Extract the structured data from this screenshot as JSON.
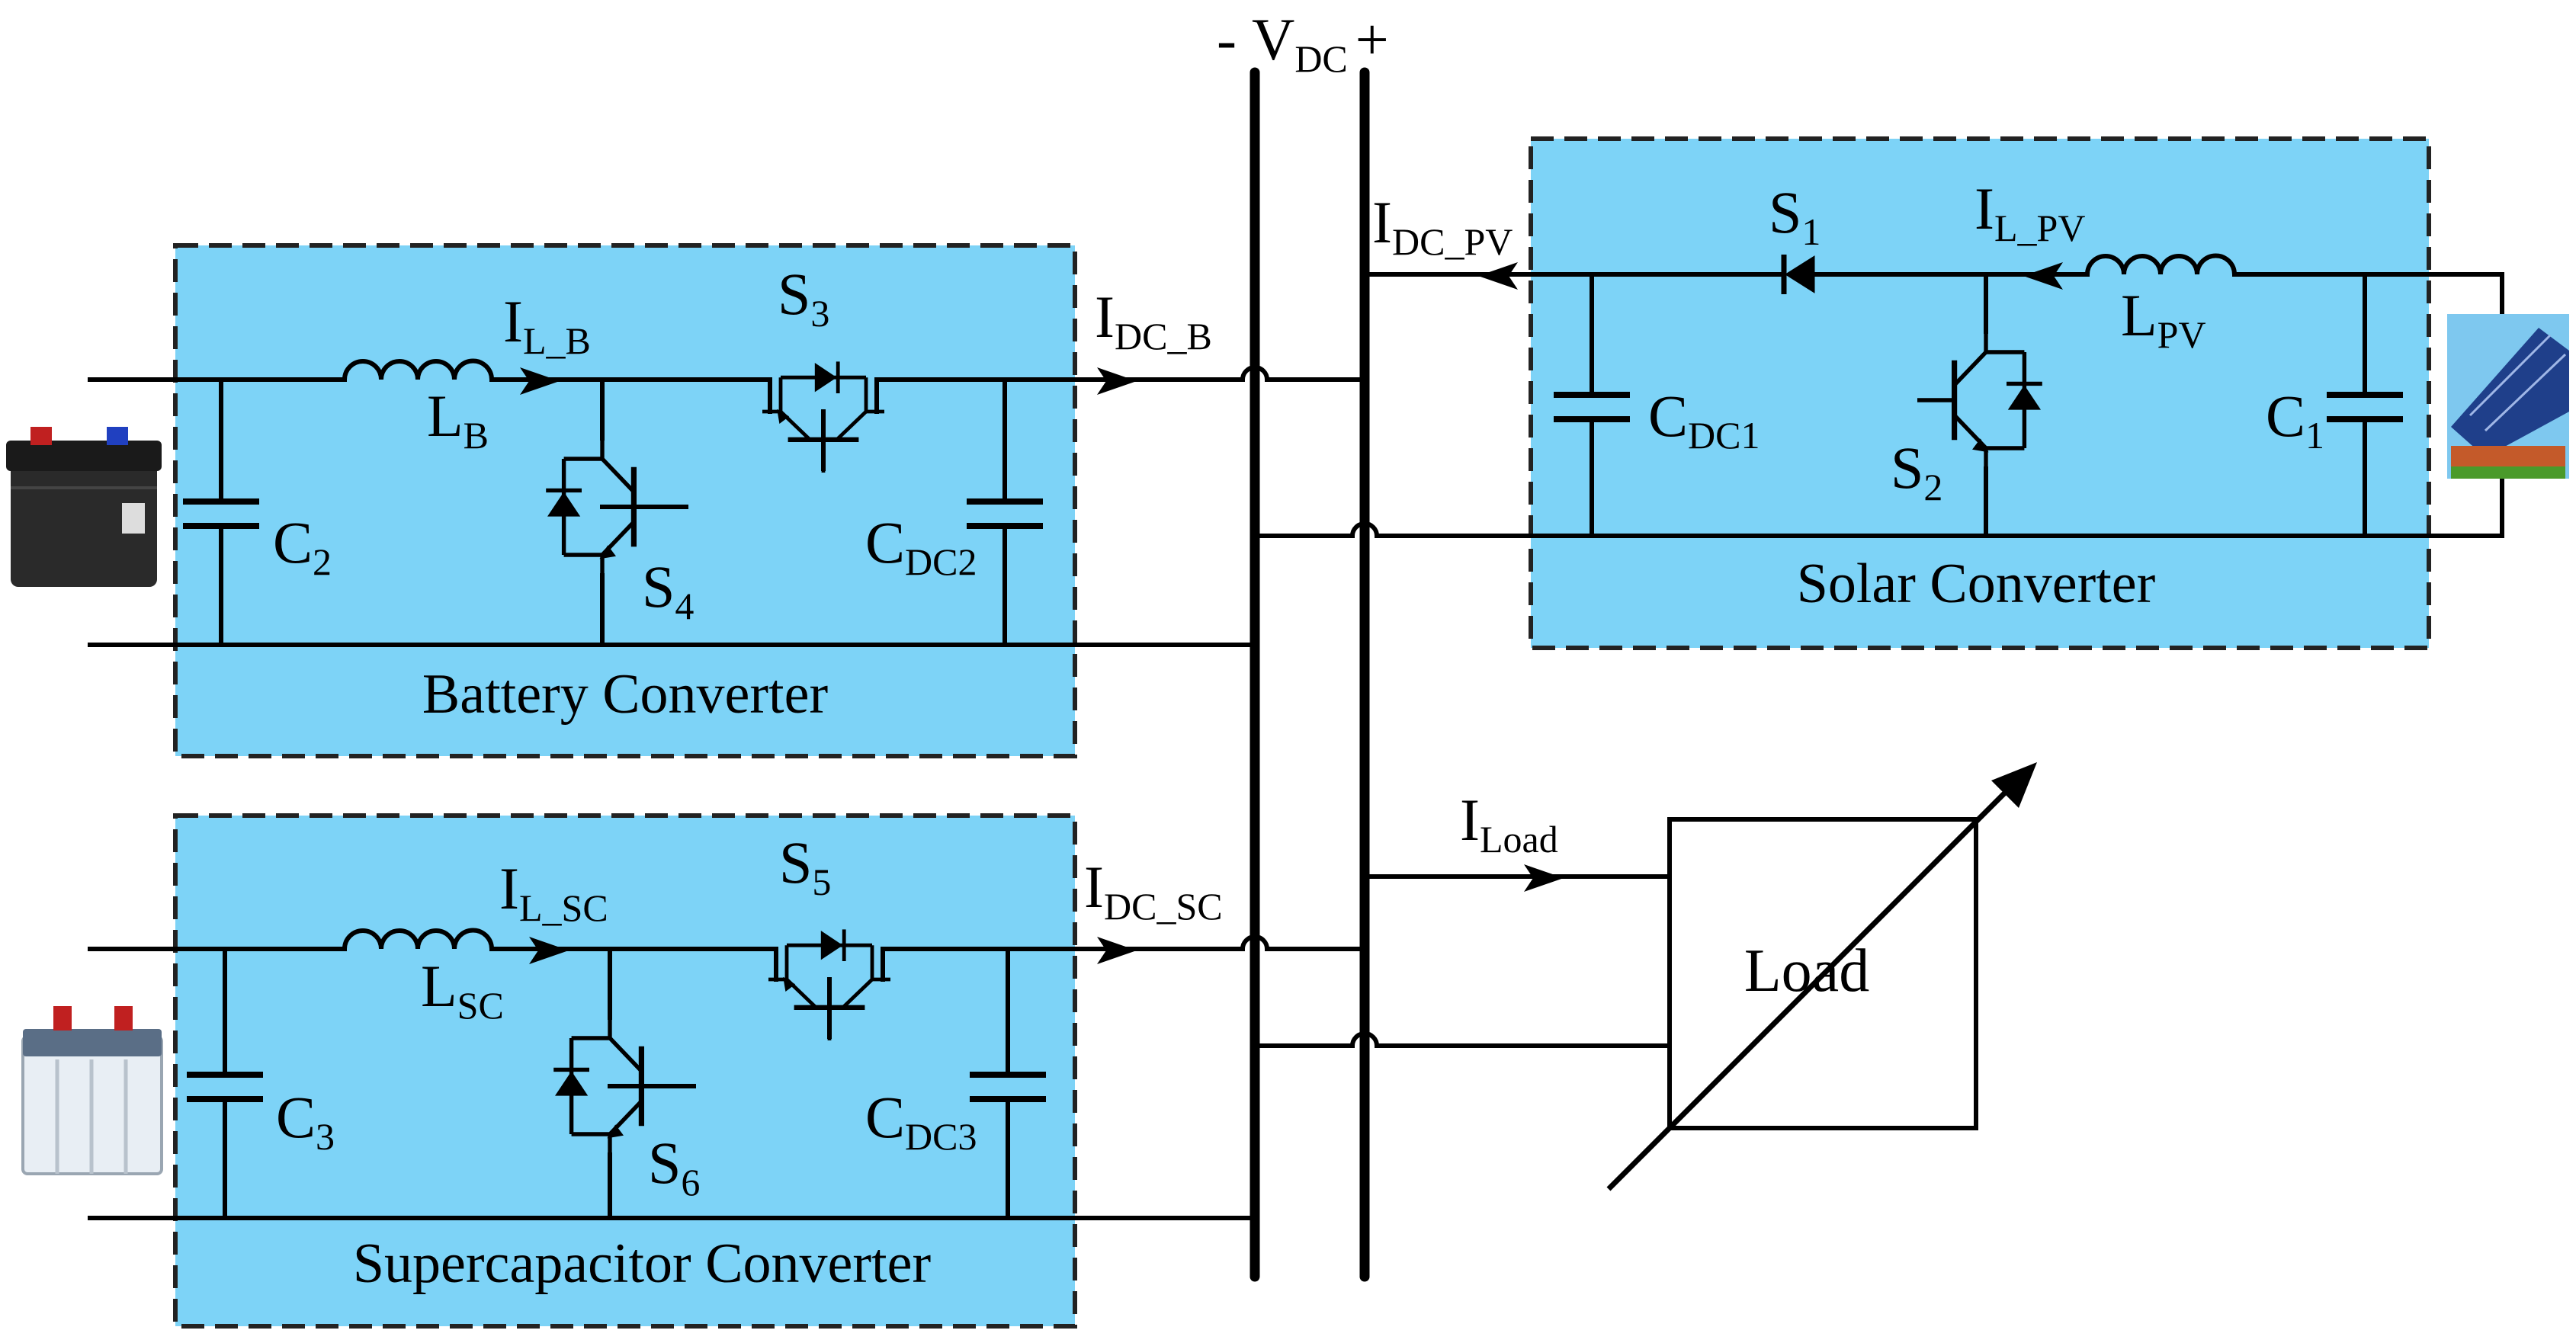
{
  "bus": {
    "minus": "-",
    "label": "V",
    "sub": "DC",
    "plus": "+"
  },
  "battery": {
    "title": "Battery Converter",
    "inductor": {
      "m": "L",
      "s": "B"
    },
    "current": {
      "m": "I",
      "s": "L_B"
    },
    "switch_series": {
      "m": "S",
      "s": "3"
    },
    "switch_shunt": {
      "m": "S",
      "s": "4"
    },
    "cap_in": {
      "m": "C",
      "s": "2"
    },
    "cap_out": {
      "m": "C",
      "s": "DC2"
    },
    "dc_current": {
      "m": "I",
      "s": "DC_B"
    }
  },
  "supercap": {
    "title": "Supercapacitor Converter",
    "inductor": {
      "m": "L",
      "s": "SC"
    },
    "current": {
      "m": "I",
      "s": "L_SC"
    },
    "switch_series": {
      "m": "S",
      "s": "5"
    },
    "switch_shunt": {
      "m": "S",
      "s": "6"
    },
    "cap_in": {
      "m": "C",
      "s": "3"
    },
    "cap_out": {
      "m": "C",
      "s": "DC3"
    },
    "dc_current": {
      "m": "I",
      "s": "DC_SC"
    }
  },
  "solar": {
    "title": "Solar Converter",
    "inductor": {
      "m": "L",
      "s": "PV"
    },
    "current": {
      "m": "I",
      "s": "L_PV"
    },
    "diode": {
      "m": "S",
      "s": "1"
    },
    "switch_shunt": {
      "m": "S",
      "s": "2"
    },
    "cap_in": {
      "m": "C",
      "s": "1"
    },
    "cap_out": {
      "m": "C",
      "s": "DC1"
    },
    "dc_current": {
      "m": "I",
      "s": "DC_PV"
    }
  },
  "load": {
    "label": "Load",
    "current": {
      "m": "I",
      "s": "Load"
    }
  },
  "colors": {
    "converter_fill": "#7dd3f7",
    "wire": "#000000"
  }
}
